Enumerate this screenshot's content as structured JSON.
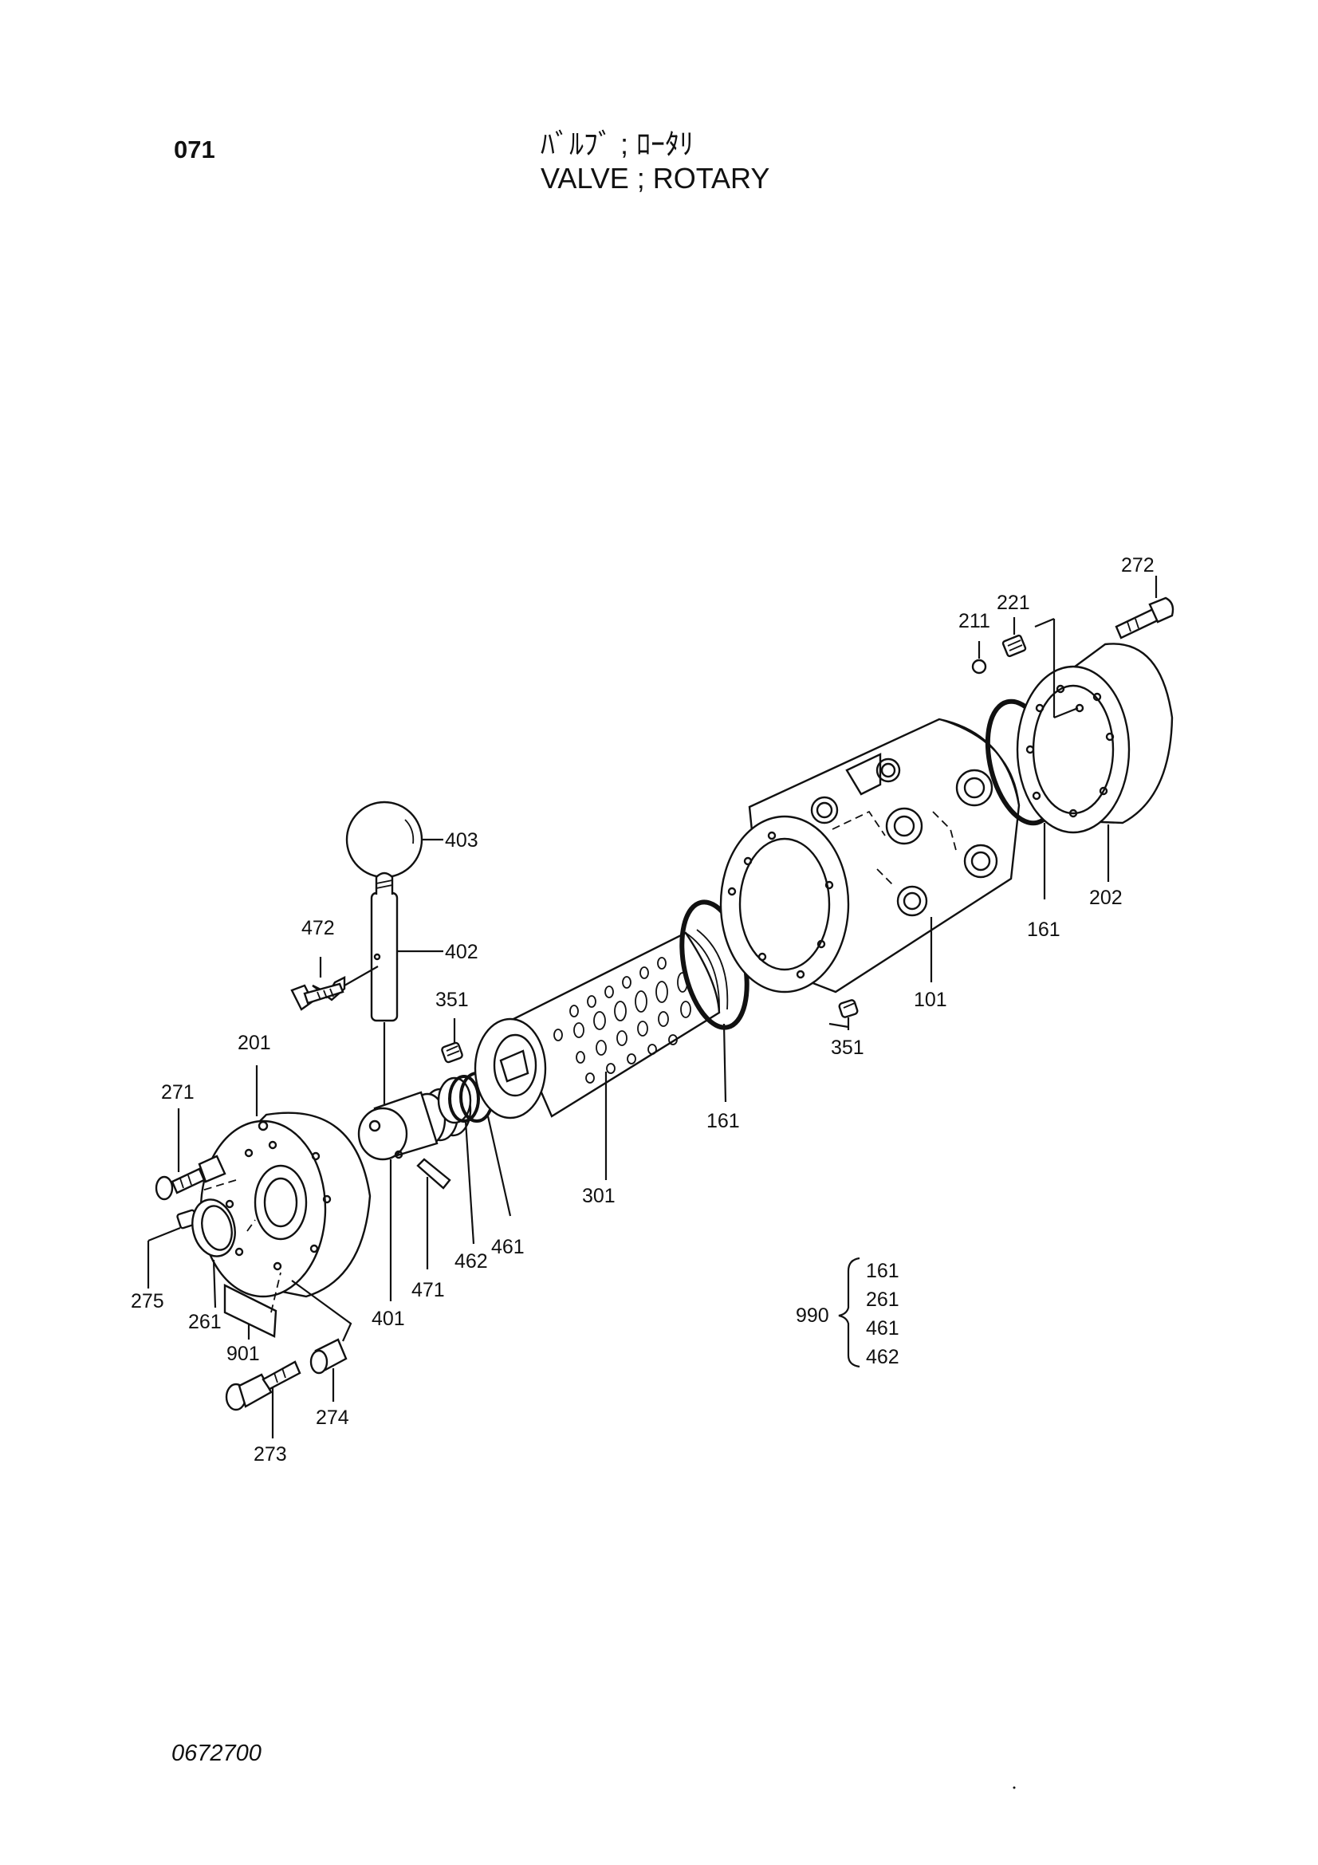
{
  "header": {
    "section_number": "071",
    "title_jp": "ﾊﾞﾙﾌﾞ ; ﾛｰﾀﾘ",
    "title_en": "VALVE ; ROTARY"
  },
  "drawing_number": "0672700",
  "callouts": [
    "272",
    "221",
    "211",
    "403",
    "402",
    "472",
    "202",
    "161",
    "101",
    "351",
    "351",
    "201",
    "271",
    "161",
    "301",
    "462",
    "461",
    "275",
    "261",
    "901",
    "471",
    "401",
    "274",
    "273"
  ],
  "kit": {
    "number": "990",
    "items": [
      "161",
      "261",
      "461",
      "462"
    ]
  }
}
